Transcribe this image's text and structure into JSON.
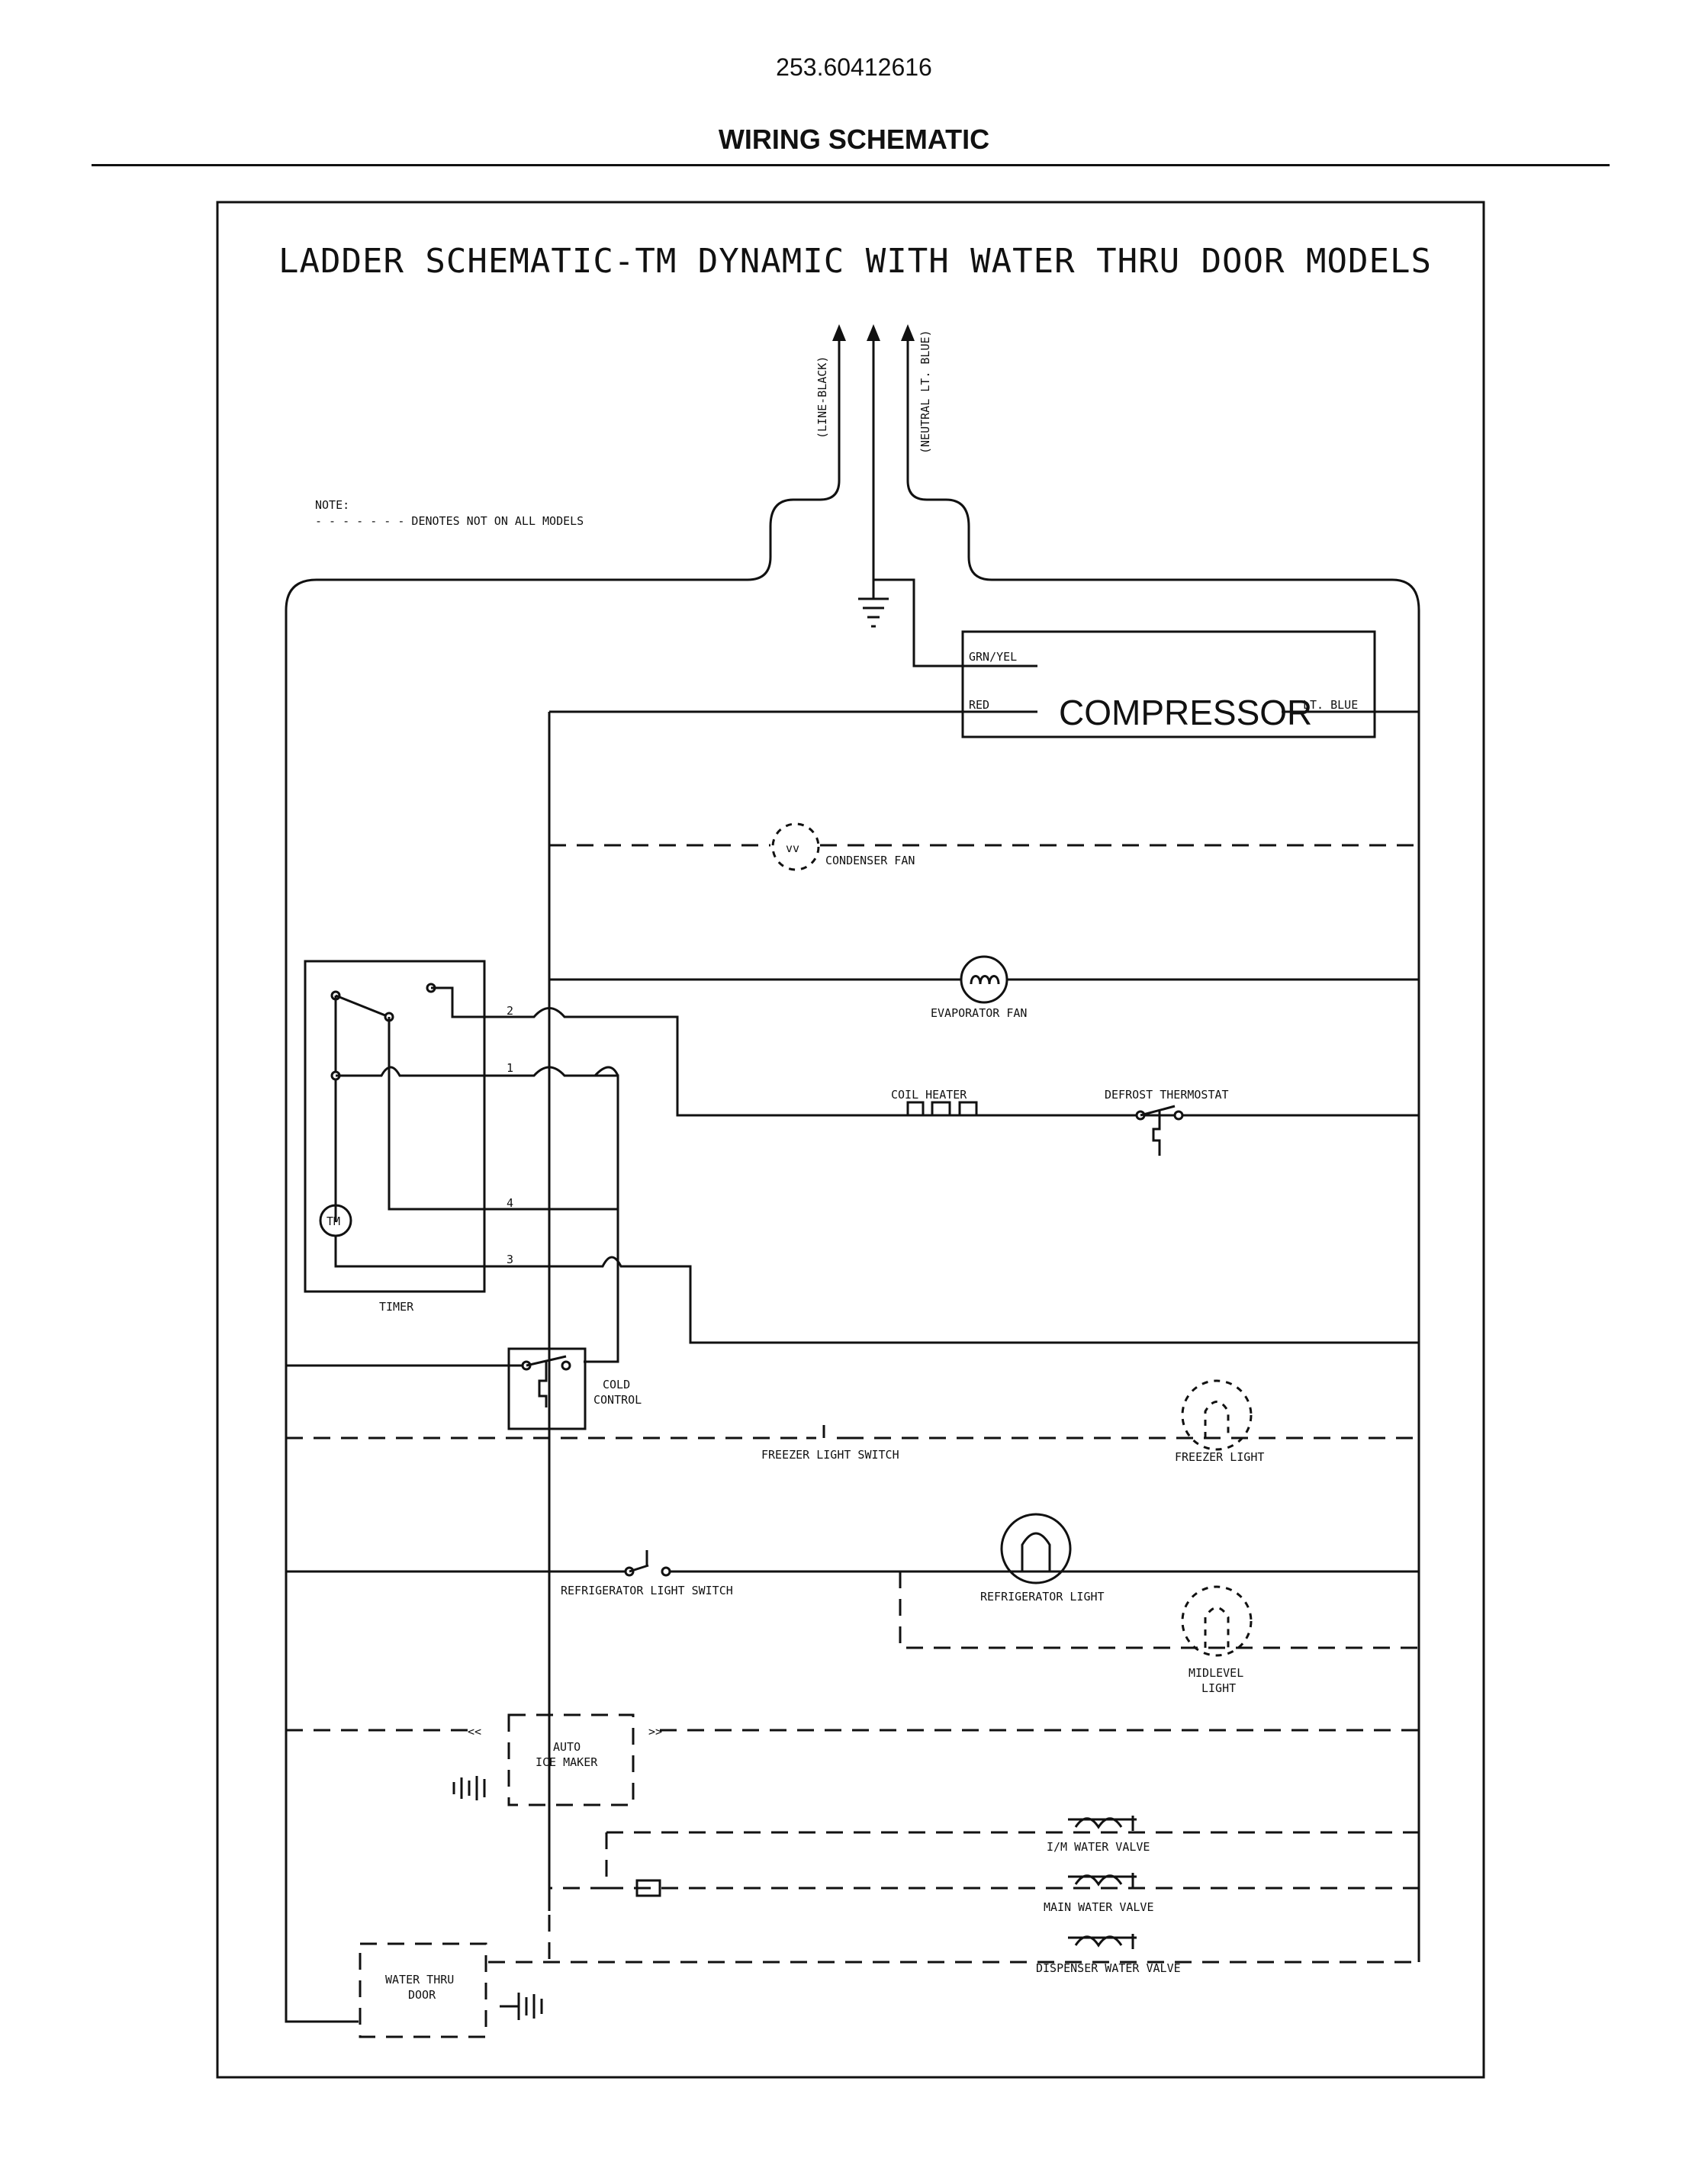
{
  "header": {
    "model_number": "253.60412616",
    "section_title": "WIRING SCHEMATIC"
  },
  "diagram": {
    "title": "LADDER SCHEMATIC-TM DYNAMIC WITH WATER THRU DOOR MODELS",
    "line_label": "(LINE-BLACK)",
    "neutral_label": "(NEUTRAL LT. BLUE)",
    "note_heading": "NOTE:",
    "note_text": "- - - - - - - DENOTES NOT ON ALL MODELS",
    "compressor": {
      "label": "COMPRESSOR",
      "ground_wire": "GRN/YEL",
      "red_wire": "RED",
      "blue_wire": "LT. BLUE"
    },
    "components": {
      "condenser_fan": "CONDENSER FAN",
      "evaporator_fan": "EVAPORATOR FAN",
      "coil_heater": "COIL HEATER",
      "defrost_thermostat": "DEFROST THERMOSTAT",
      "timer": "TIMER",
      "timer_motor": "TM",
      "cold_control_1": "COLD",
      "cold_control_2": "CONTROL",
      "freezer_light_switch": "FREEZER LIGHT SWITCH",
      "freezer_light": "FREEZER LIGHT",
      "refrigerator_light_switch": "REFRIGERATOR LIGHT SWITCH",
      "refrigerator_light": "REFRIGERATOR LIGHT",
      "midlevel_light_1": "MIDLEVEL",
      "midlevel_light_2": "LIGHT",
      "auto_ice_maker_1": "AUTO",
      "auto_ice_maker_2": "ICE MAKER",
      "im_water_valve": "I/M WATER VALVE",
      "main_water_valve": "MAIN WATER VALVE",
      "dispenser_water_valve": "DISPENSER WATER VALVE",
      "water_thru_door_1": "WATER THRU",
      "water_thru_door_2": "DOOR"
    },
    "timer_terminals": [
      "1",
      "2",
      "3",
      "4"
    ]
  }
}
